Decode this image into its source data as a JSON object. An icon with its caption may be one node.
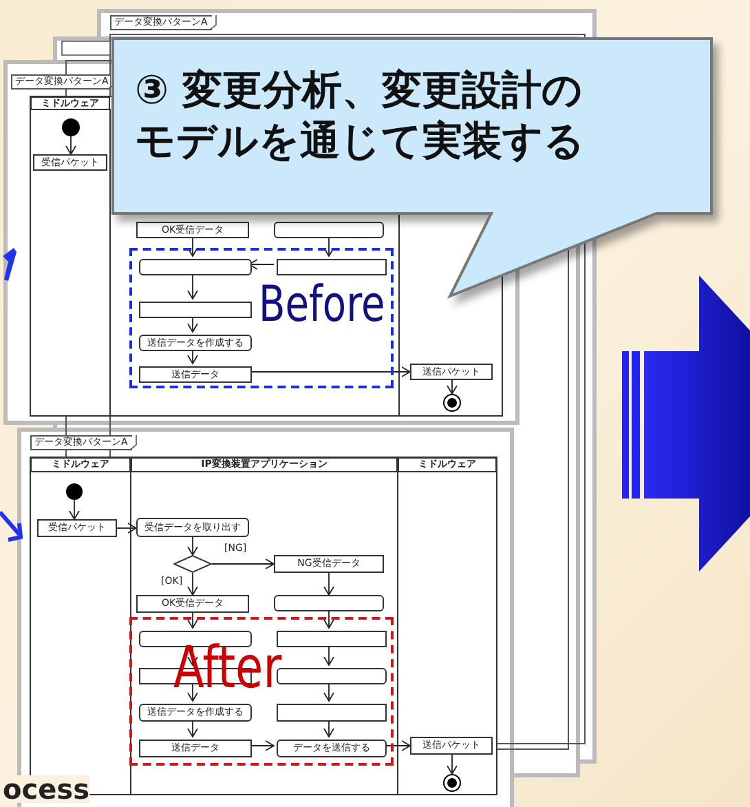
{
  "diagram": {
    "nodes": [
      {
        "text": [
          "③ 変更分析、変更設計のモデルを通じて実装する"
        ]
      },
      {
        "text": [
          "データ変換パターンA"
        ]
      },
      {
        "text": [
          "データ変換パターンA"
        ]
      },
      {
        "text": [
          "ミドルウェア"
        ]
      },
      {
        "text": [],
        "shape": "circle"
      },
      {
        "text": [
          "受信パケット"
        ]
      },
      {
        "text": [
          "OK受信データ"
        ]
      },
      {
        "text": [],
        "shape": "box"
      },
      {
        "text": [
          "Before"
        ]
      },
      {
        "text": [],
        "shape": "box",
        "in": 8
      },
      {
        "text": [],
        "shape": "box",
        "in": 8
      },
      {
        "text": [],
        "shape": "box",
        "in": 8
      },
      {
        "text": [
          "送信データを作成する"
        ],
        "in": 8
      },
      {
        "text": [
          "送信データ"
        ],
        "in": 8
      },
      {
        "text": [
          "送信パケット"
        ]
      },
      {
        "text": [],
        "shape": "circle"
      },
      {
        "text": [
          "データ変換パターンA"
        ]
      },
      {
        "text": [
          "ミドルウェア"
        ]
      },
      {
        "text": [
          "IP変換装置アプリケーション"
        ]
      },
      {
        "text": [
          "ミドルウェア"
        ]
      },
      {
        "text": [],
        "shape": "circle"
      },
      {
        "text": [
          "受信パケット"
        ]
      },
      {
        "text": [
          "受信データを取り出す"
        ]
      },
      {
        "text": [],
        "shape": "diamond"
      },
      {
        "text": [
          "NG受信データ"
        ]
      },
      {
        "text": [
          "OK受信データ"
        ]
      },
      {
        "text": [],
        "shape": "box"
      },
      {
        "text": [
          "After"
        ]
      },
      {
        "text": [],
        "shape": "box",
        "in": 27
      },
      {
        "text": [],
        "shape": "box",
        "in": 27
      },
      {
        "text": [],
        "shape": "box",
        "in": 27
      },
      {
        "text": [],
        "shape": "box",
        "in": 27
      },
      {
        "text": [
          "送信データを作成する"
        ],
        "in": 27
      },
      {
        "text": [],
        "shape": "box",
        "in": 27
      },
      {
        "text": [
          "送信データ"
        ],
        "in": 27
      },
      {
        "text": [
          "データを送信する"
        ],
        "in": 27
      },
      {
        "text": [
          "送信パケット"
        ]
      },
      {
        "text": [],
        "shape": "circle"
      }
    ],
    "edges": [
      {
        "from": 4,
        "to": 5,
        "arrow": "to"
      },
      {
        "from": 6,
        "to": 9,
        "arrow": "to"
      },
      {
        "from": 7,
        "to": 10,
        "arrow": "to"
      },
      {
        "from": 10,
        "to": 9,
        "arrow": "to"
      },
      {
        "from": 9,
        "to": 11,
        "arrow": "to"
      },
      {
        "from": 11,
        "to": 12,
        "arrow": "to"
      },
      {
        "from": 12,
        "to": 13,
        "arrow": "to"
      },
      {
        "from": 13,
        "to": 14,
        "arrow": "to"
      },
      {
        "from": 14,
        "to": 15,
        "arrow": "to"
      },
      {
        "from": 20,
        "to": 21,
        "arrow": "to"
      },
      {
        "from": 21,
        "to": 22,
        "arrow": "to"
      },
      {
        "from": 22,
        "to": 23,
        "arrow": "to"
      },
      {
        "from": 23,
        "to": 24,
        "arrow": "to",
        "label": "[NG]"
      },
      {
        "from": 23,
        "to": 25,
        "arrow": "to",
        "label": "[OK]"
      },
      {
        "from": 25,
        "to": 28,
        "arrow": "to"
      },
      {
        "from": 24,
        "to": 26,
        "arrow": "to"
      },
      {
        "from": 26,
        "to": 29,
        "arrow": "to"
      },
      {
        "from": 28,
        "to": 30,
        "arrow": "to"
      },
      {
        "from": 29,
        "to": 31,
        "arrow": "to"
      },
      {
        "from": 30,
        "to": 32,
        "arrow": "to"
      },
      {
        "from": 31,
        "to": 33,
        "arrow": "to"
      },
      {
        "from": 32,
        "to": 34,
        "arrow": "to"
      },
      {
        "from": 33,
        "to": 35,
        "arrow": "to"
      },
      {
        "from": 34,
        "to": 35,
        "arrow": "to"
      },
      {
        "from": 35,
        "to": 36,
        "arrow": "to"
      },
      {
        "from": 36,
        "to": 37,
        "arrow": "to"
      }
    ],
    "labels": [
      "ocess"
    ]
  }
}
